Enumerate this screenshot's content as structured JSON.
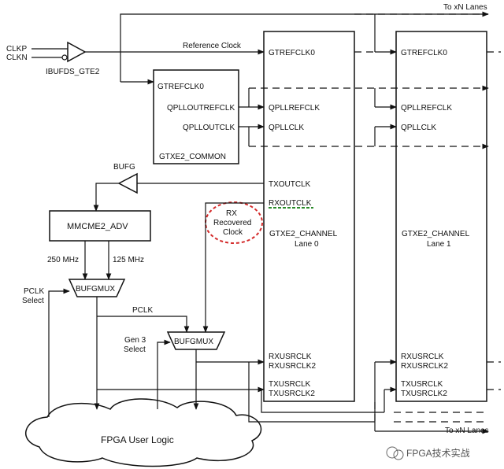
{
  "inputs": {
    "clkp": "CLKP",
    "clkn": "CLKN",
    "ibufds": "IBUFDS_GTE2"
  },
  "top_bus": {
    "to_lanes": "To xN Lanes",
    "reference_clock": "Reference Clock"
  },
  "bottom_bus": {
    "to_lanes": "To xN Lanes"
  },
  "common": {
    "title": "GTXE2_COMMON",
    "ports": [
      "GTREFCLK0",
      "QPLLOUTREFCLK",
      "QPLLOUTCLK"
    ]
  },
  "channel0": {
    "title": "GTXE2_CHANNEL",
    "lane": "Lane 0",
    "ports": [
      "GTREFCLK0",
      "QPLLREFCLK",
      "QPLLCLK",
      "TXOUTCLK",
      "RXOUTCLK",
      "RXUSRCLK",
      "RXUSRCLK2",
      "TXUSRCLK",
      "TXUSRCLK2"
    ]
  },
  "channel1": {
    "title": "GTXE2_CHANNEL",
    "lane": "Lane 1",
    "ports": [
      "GTREFCLK0",
      "QPLLREFCLK",
      "QPLLCLK",
      "RXUSRCLK",
      "RXUSRCLK2",
      "TXUSRCLK",
      "TXUSRCLK2"
    ]
  },
  "bufg": "BUFG",
  "mmcm": {
    "title": "MMCME2_ADV",
    "out1": "250 MHz",
    "out2": "125 MHz"
  },
  "bufgmux1": {
    "title": "BUFGMUX",
    "select": [
      "PCLK",
      "Select"
    ]
  },
  "pclk": "PCLK",
  "bufgmux2": {
    "title": "BUFGMUX",
    "select": [
      "Gen 3",
      "Select"
    ]
  },
  "rx_recovered": [
    "RX",
    "Recovered",
    "Clock"
  ],
  "fpga_logic": "FPGA User Logic",
  "watermark": "FPGA技术实战",
  "colors": {
    "line": "#111111",
    "dashed_underline": "#2a8a2a",
    "recovered_circle": "#d42a2a"
  }
}
